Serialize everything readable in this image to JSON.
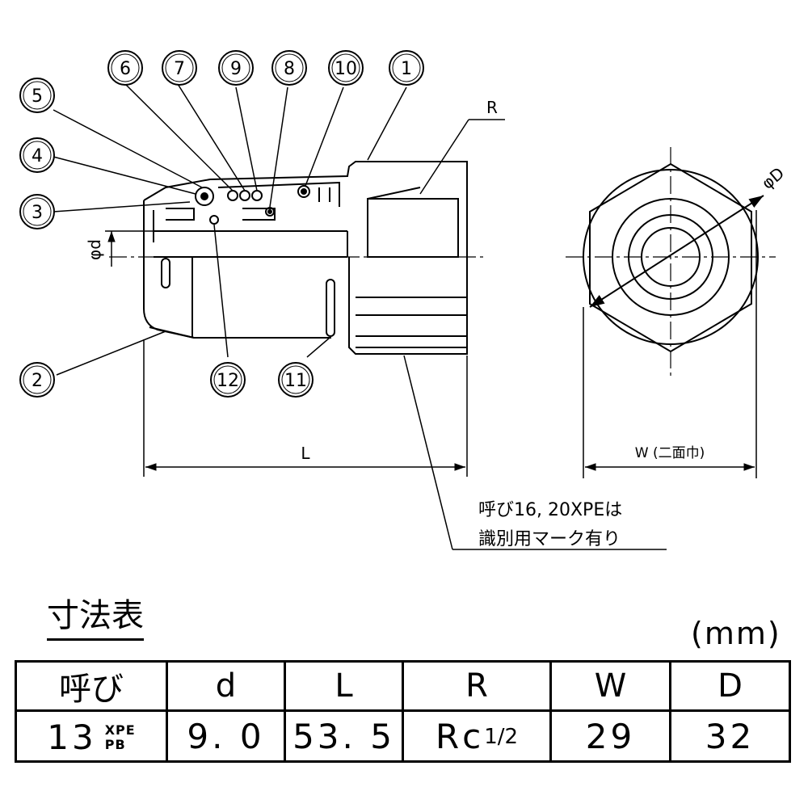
{
  "callouts": [
    "1",
    "2",
    "3",
    "4",
    "5",
    "6",
    "7",
    "8",
    "9",
    "10",
    "11",
    "12"
  ],
  "dimension_labels": {
    "R": "R",
    "phi_d": "φd",
    "phi_D": "φD",
    "L": "L",
    "W": "W (二面巾)"
  },
  "note": {
    "line1": "呼び16, 20XPEは",
    "line2": "識別用マーク有り"
  },
  "table": {
    "title": "寸法表",
    "unit": "(mm)",
    "headers": [
      "呼び",
      "d",
      "L",
      "R",
      "W",
      "D"
    ],
    "row": {
      "size": "13",
      "material_top": "XPE",
      "material_bottom": "PB",
      "d": "9. 0",
      "L": "53. 5",
      "R_prefix": "Rc",
      "R_thread": "1/2",
      "W": "29",
      "D": "32"
    }
  }
}
